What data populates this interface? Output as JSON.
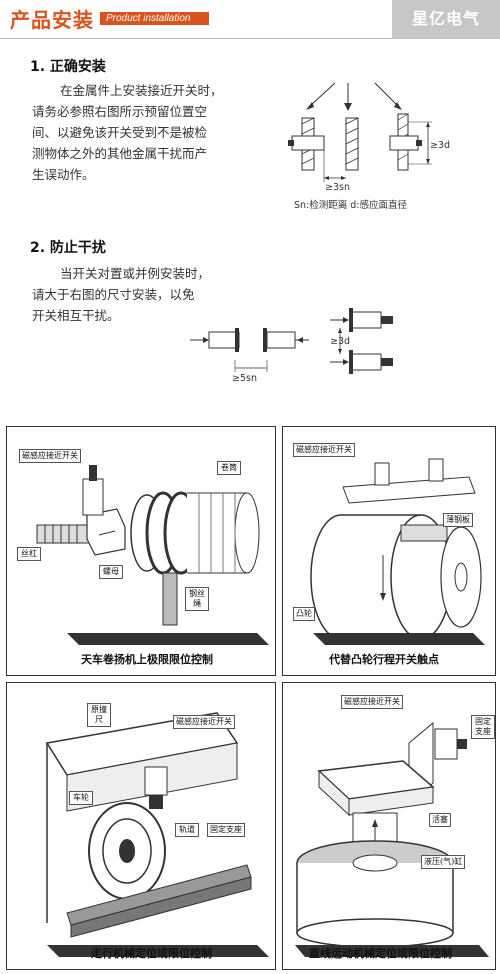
{
  "header": {
    "title": "产品安装",
    "subtitle": "Product installation",
    "brand": "星亿电气"
  },
  "section1": {
    "title": "1. 正确安装",
    "text_lines": [
      "在金属件上安装接近开关时，",
      "请务必参照右图所示预留位置空",
      "间、以避免该开关受到不是被检",
      "测物体之外的其他金属干扰而产",
      "生误动作。"
    ],
    "dim_3d": "≥3d",
    "dim_3sn": "≥3sn",
    "legend": "Sn:检测距离  d:感应面直径"
  },
  "section2": {
    "title": "2. 防止干扰",
    "text_lines": [
      "当开关对置或并例安装时，",
      "请大于右图的尺寸安装，以免",
      "开关相互干扰。"
    ],
    "dim_5sn": "≥5sn",
    "dim_3d": "≥3d"
  },
  "panels": [
    {
      "title": "天车卷扬机上极限限位控制",
      "labels": [
        "磁感应接近开关",
        "卷筒",
        "丝杠",
        "螺母",
        "钢丝绳"
      ]
    },
    {
      "title": "代替凸轮行程开关触点",
      "labels": [
        "磁感应接近开关",
        "薄钢板",
        "凸轮"
      ]
    },
    {
      "title": "走行机械定位或限位控制",
      "labels": [
        "原撞尺",
        "磁感应接近开关",
        "车轮",
        "轨道",
        "固定支座"
      ]
    },
    {
      "title": "直线运动机械定位或限位控制",
      "labels": [
        "磁感应接近开关",
        "固定支座",
        "活塞",
        "液压(气)缸"
      ]
    }
  ]
}
